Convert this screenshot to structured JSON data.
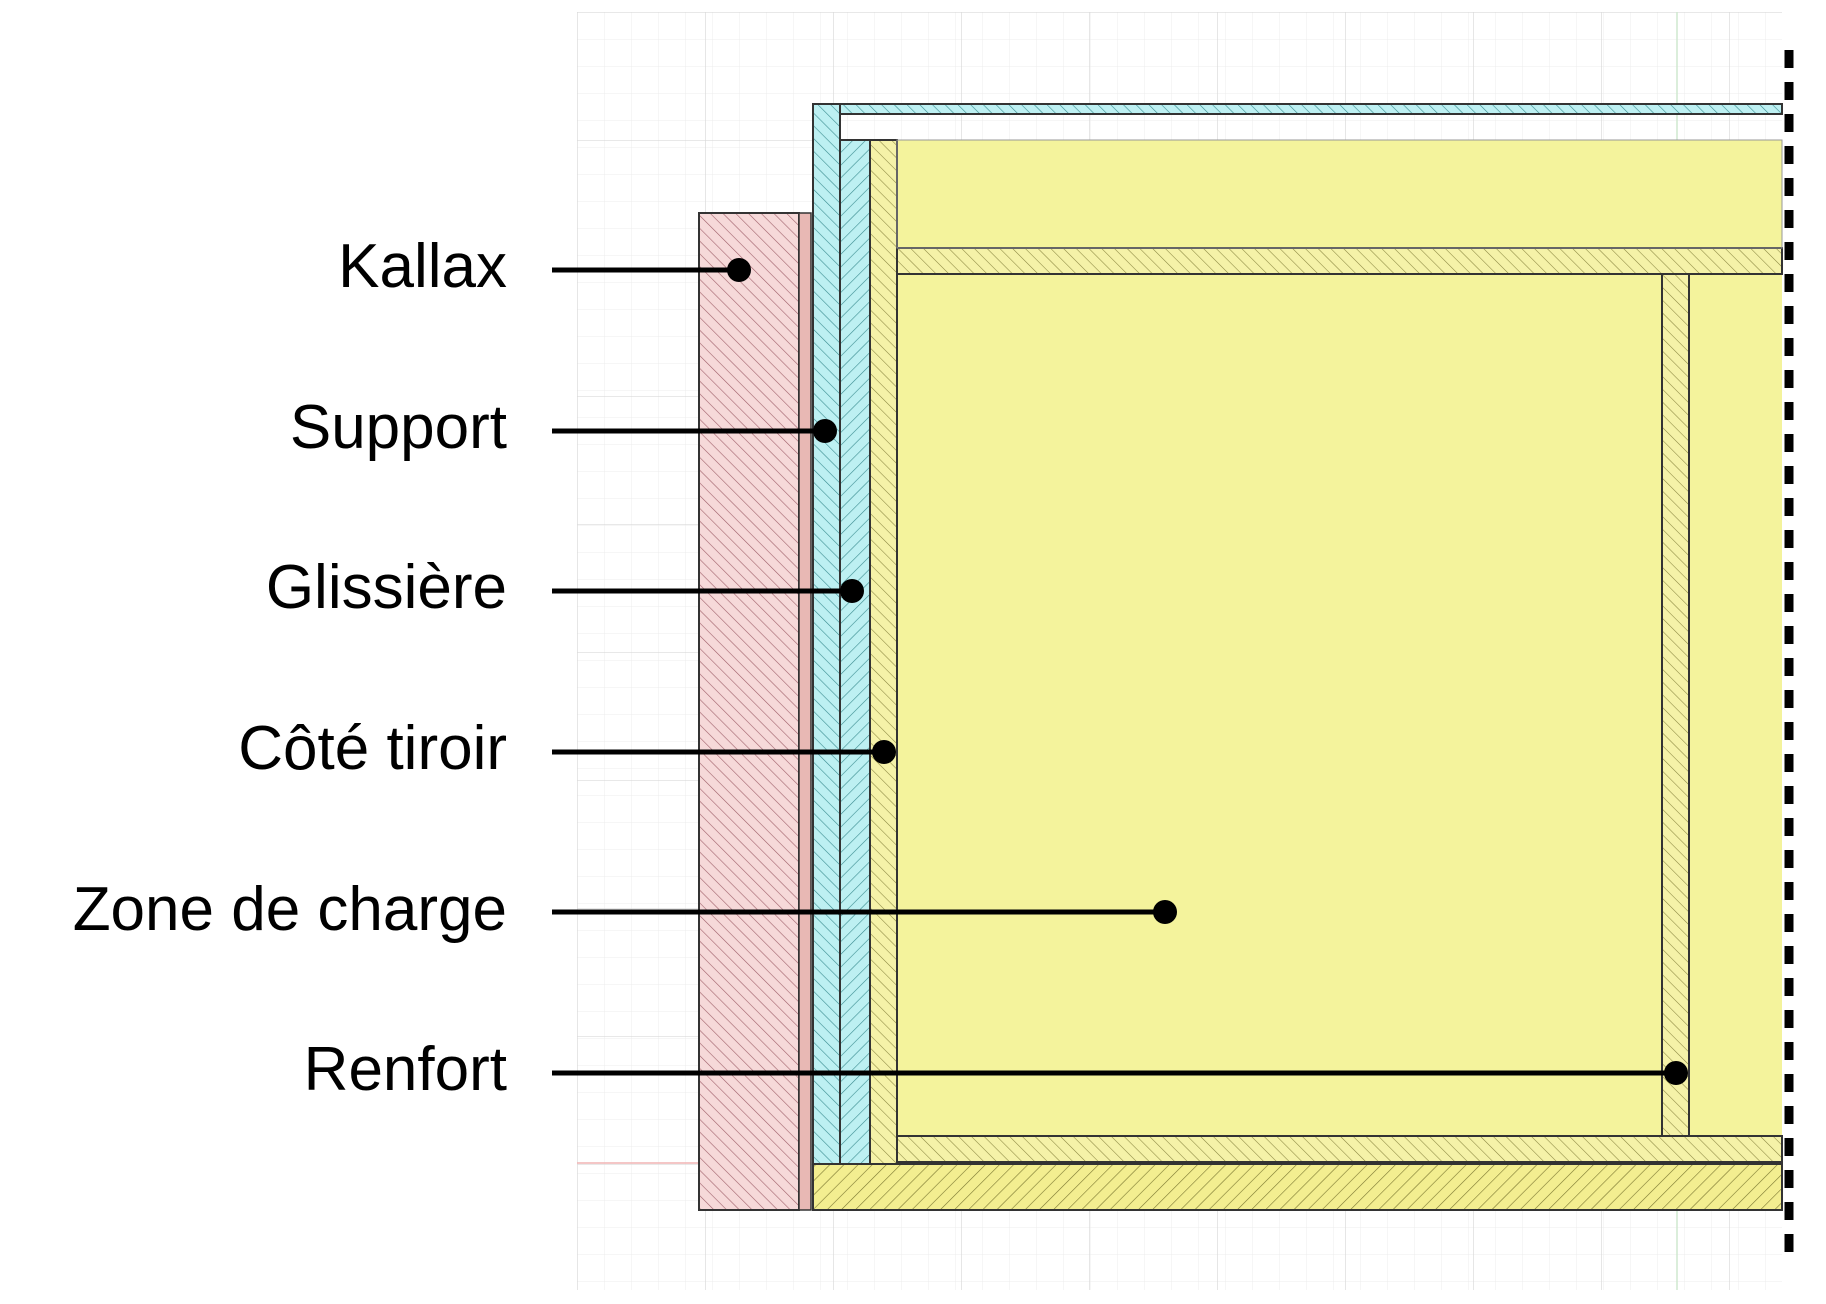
{
  "labels": [
    {
      "id": "kallax",
      "text": "Kallax"
    },
    {
      "id": "support",
      "text": "Support"
    },
    {
      "id": "glissiere",
      "text": "Glissière"
    },
    {
      "id": "cote-tiroir",
      "text": "Côté tiroir"
    },
    {
      "id": "zone-charge",
      "text": "Zone de charge"
    },
    {
      "id": "renfort",
      "text": "Renfort"
    }
  ],
  "colors": {
    "kallax_fill": "#f6d9d9",
    "kallax_hatch": "#a0606a",
    "kallax_strip": "#e8b8b4",
    "support_fill": "#bdf0f2",
    "support_hatch": "#3a8c90",
    "wood_fill": "#f5f2a8",
    "wood_hatch": "#8a8640",
    "load_zone": "#f4f39c",
    "base_fill": "#f3ee90",
    "grid_line": "#e6e6e6",
    "outline": "#333333",
    "leader": "#000000",
    "symmetry_axis": "#000000"
  }
}
